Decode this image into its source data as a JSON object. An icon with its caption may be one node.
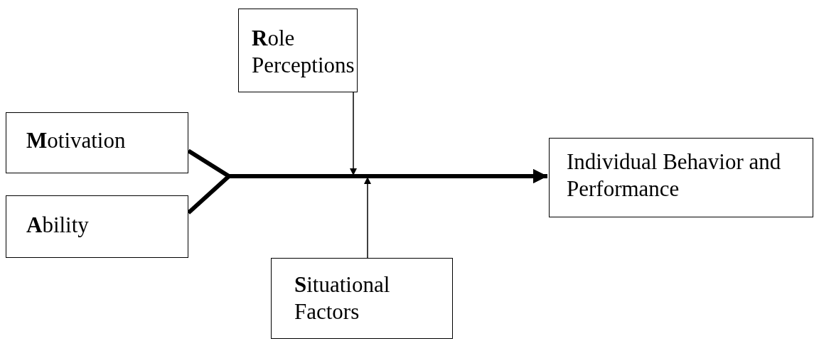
{
  "diagram": {
    "nodes": [
      {
        "text": [
          "**R**ole Perceptions"
        ]
      },
      {
        "text": [
          "**M**otivation"
        ]
      },
      {
        "text": [
          "**A**bility"
        ]
      },
      {
        "text": [
          "**S**ituational Factors"
        ]
      },
      {
        "text": [
          "Individual Behavior and Performance"
        ]
      }
    ],
    "edges": [
      {
        "from": 1,
        "to": 4,
        "arrow": "to",
        "style": "thick"
      },
      {
        "from": 2,
        "to": 4,
        "arrow": "to",
        "style": "thick"
      },
      {
        "from": 0,
        "to": null,
        "arrow": "to"
      },
      {
        "from": 3,
        "to": null,
        "arrow": "to"
      }
    ]
  }
}
